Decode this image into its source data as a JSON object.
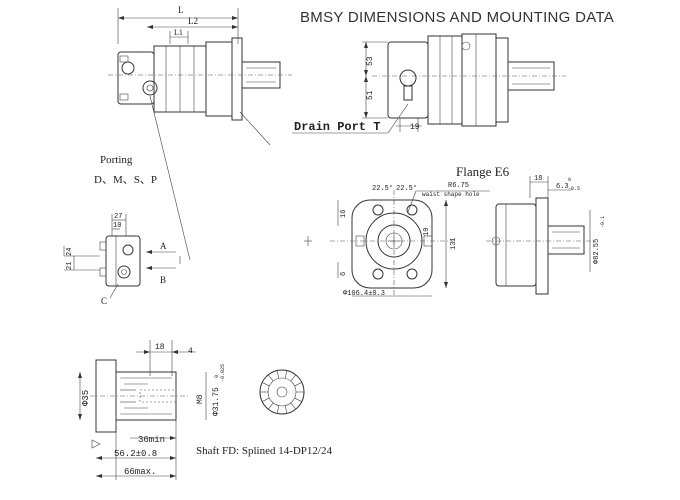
{
  "title": "BMSY DIMENSIONS AND MOUNTING DATA",
  "top_view": {
    "dim_L": "L",
    "dim_L2": "L2",
    "dim_L1": "L1"
  },
  "side_view": {
    "dim_53": "53",
    "dim_51": "51",
    "dim_19": "19",
    "drain_port": "Drain Port T"
  },
  "porting": {
    "title": "Porting",
    "types": "D、M、S、P",
    "dim_27": "27",
    "dim_10": "10",
    "dim_24": "24",
    "dim_21": "21",
    "port_A": "A",
    "port_B": "B",
    "port_C": "C"
  },
  "flange": {
    "title": "Flange E6",
    "angle_1": "22.5°",
    "angle_2": "22.5°",
    "radius": "R6.75",
    "waist_hole": "waist shape hole",
    "dim_16": "16",
    "dim_6": "6",
    "dim_131": "131",
    "dim_106": "Φ106.4±0.3",
    "dim_18": "18",
    "dim_63": "6.3",
    "tol_63_up": "0",
    "tol_63_dn": "-0.5",
    "dim_825": "Φ82.55",
    "tol_825": "-0.1"
  },
  "shaft": {
    "dim_18": "18",
    "dim_4": "4",
    "dim_35": "Φ35",
    "dim_M8": "M8",
    "dim_3175": "Φ31.75",
    "tol_3175_up": "0",
    "tol_3175_dn": "-0.025",
    "dim_36": "36min",
    "dim_562": "56.2±0.8",
    "dim_66": "66max.",
    "caption": "Shaft FD: Splined 14-DP12/24"
  }
}
